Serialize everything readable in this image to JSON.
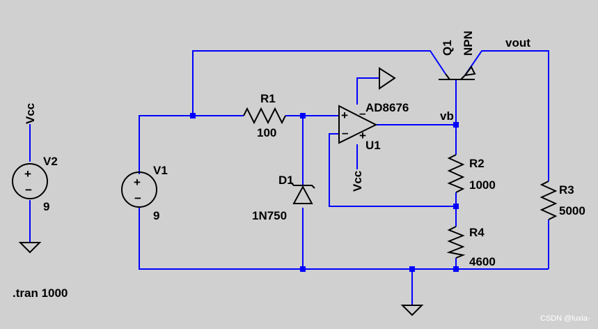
{
  "schematic": {
    "labels": {
      "vcc_left": "Vcc",
      "v2_name": "V2",
      "v2_value": "9",
      "v1_name": "V1",
      "v1_value": "9",
      "r1_name": "R1",
      "r1_value": "100",
      "d1_name": "D1",
      "d1_value": "1N750",
      "opamp_model": "AD8676",
      "opamp_name": "U1",
      "vcc_opamp": "Vcc",
      "plus_in": "+",
      "minus_in": "–",
      "supply_plus": "+",
      "supply_minus": "–",
      "q1_name": "Q1",
      "q1_type": "NPN",
      "net_vout": "vout",
      "net_vb": "vb",
      "r2_name": "R2",
      "r2_value": "1000",
      "r4_name": "R4",
      "r4_value": "4600",
      "r3_name": "R3",
      "r3_value": "5000",
      "directive": ".tran 1000",
      "src_plus": "+",
      "src_minus": "−"
    },
    "watermark": "CSDN @luxia-",
    "colors": {
      "background": "#d0d0d0",
      "wire": "#0000ff",
      "component": "#000000"
    }
  }
}
